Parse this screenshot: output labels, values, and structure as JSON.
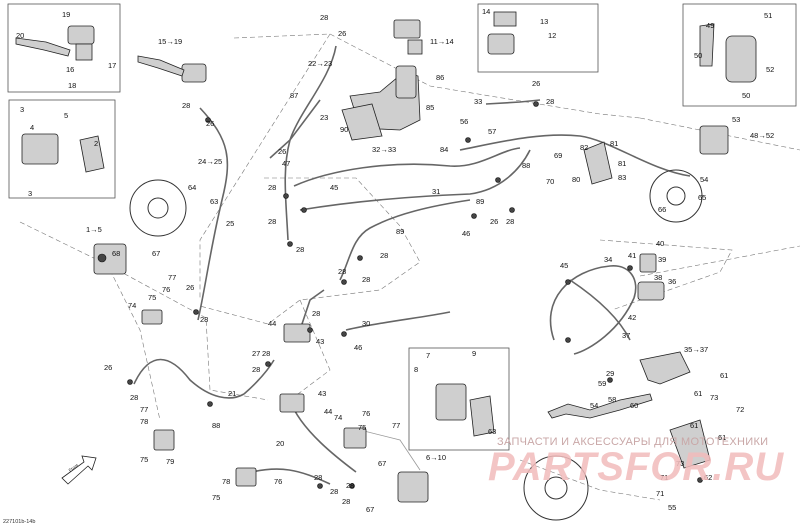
{
  "drawing_id": "227101b-14b",
  "watermark": {
    "line1": "ЗАПЧАСТИ И АКСЕССУАРЫ ДЛЯ МОТОТЕХНИКИ",
    "logo": "PARTSFOR.RU"
  },
  "callouts": {
    "c1": "19",
    "c2": "20",
    "c3": "16",
    "c4": "17",
    "c5": "18",
    "c6": "15→19",
    "c7": "28",
    "c8": "26",
    "c9": "22→23",
    "c10": "87",
    "c11": "23",
    "c12": "11→14",
    "c13": "14",
    "c14": "13",
    "c15": "12",
    "c16": "86",
    "c17": "85",
    "c18": "90",
    "c19": "49",
    "c20": "51",
    "c21": "50",
    "c22": "52",
    "c23": "50",
    "c24": "3",
    "c25": "5",
    "c26": "4",
    "c27": "2",
    "c28": "3",
    "c29": "28",
    "c30": "26",
    "c31": "24→25",
    "c32": "26",
    "c33": "47",
    "c34": "28",
    "c35": "32→33",
    "c36": "33",
    "c37": "56",
    "c38": "57",
    "c39": "84",
    "c40": "28",
    "c41": "26",
    "c42": "53",
    "c43": "48→52",
    "c44": "81",
    "c45": "82",
    "c46": "80",
    "c47": "83",
    "c48": "81",
    "c49": "64",
    "c50": "1→5",
    "c51": "63",
    "c52": "25",
    "c53": "68",
    "c54": "67",
    "c55": "28",
    "c56": "45",
    "c57": "31",
    "c58": "89",
    "c59": "89",
    "c60": "69",
    "c61": "70",
    "c62": "88",
    "c63": "26",
    "c64": "28",
    "c65": "46",
    "c66": "66",
    "c67": "54",
    "c68": "65",
    "c69": "77",
    "c70": "76",
    "c71": "74",
    "c72": "75",
    "c73": "26",
    "c74": "28",
    "c75": "28",
    "c76": "28",
    "c77": "28",
    "c78": "28",
    "c79": "40",
    "c80": "41",
    "c81": "39",
    "c82": "38",
    "c83": "34",
    "c84": "45",
    "c85": "36",
    "c86": "42",
    "c87": "37",
    "c88": "44",
    "c89": "43",
    "c90": "28",
    "c91": "30",
    "c92": "46",
    "c93": "35→37",
    "c94": "27",
    "c95": "28",
    "c96": "26",
    "c97": "28",
    "c98": "21",
    "c99": "88",
    "c100": "43",
    "c101": "44",
    "c102": "28",
    "c103": "7",
    "c104": "9",
    "c105": "8",
    "c106": "29",
    "c107": "59",
    "c108": "58",
    "c109": "60",
    "c110": "61",
    "c111": "73",
    "c112": "72",
    "c113": "54",
    "c114": "77",
    "c115": "78",
    "c116": "75",
    "c117": "79",
    "c118": "20",
    "c119": "74",
    "c120": "75",
    "c121": "77",
    "c122": "76",
    "c123": "6→10",
    "c124": "67",
    "c125": "28",
    "c126": "28",
    "c127": "67",
    "c128": "78",
    "c129": "76",
    "c130": "75",
    "c131": "63",
    "c132": "71",
    "c133": "73",
    "c134": "62",
    "c135": "55",
    "c136": "28",
    "c137": "28",
    "c138": "61",
    "c139": "71",
    "c140": "61",
    "c141": "61"
  }
}
